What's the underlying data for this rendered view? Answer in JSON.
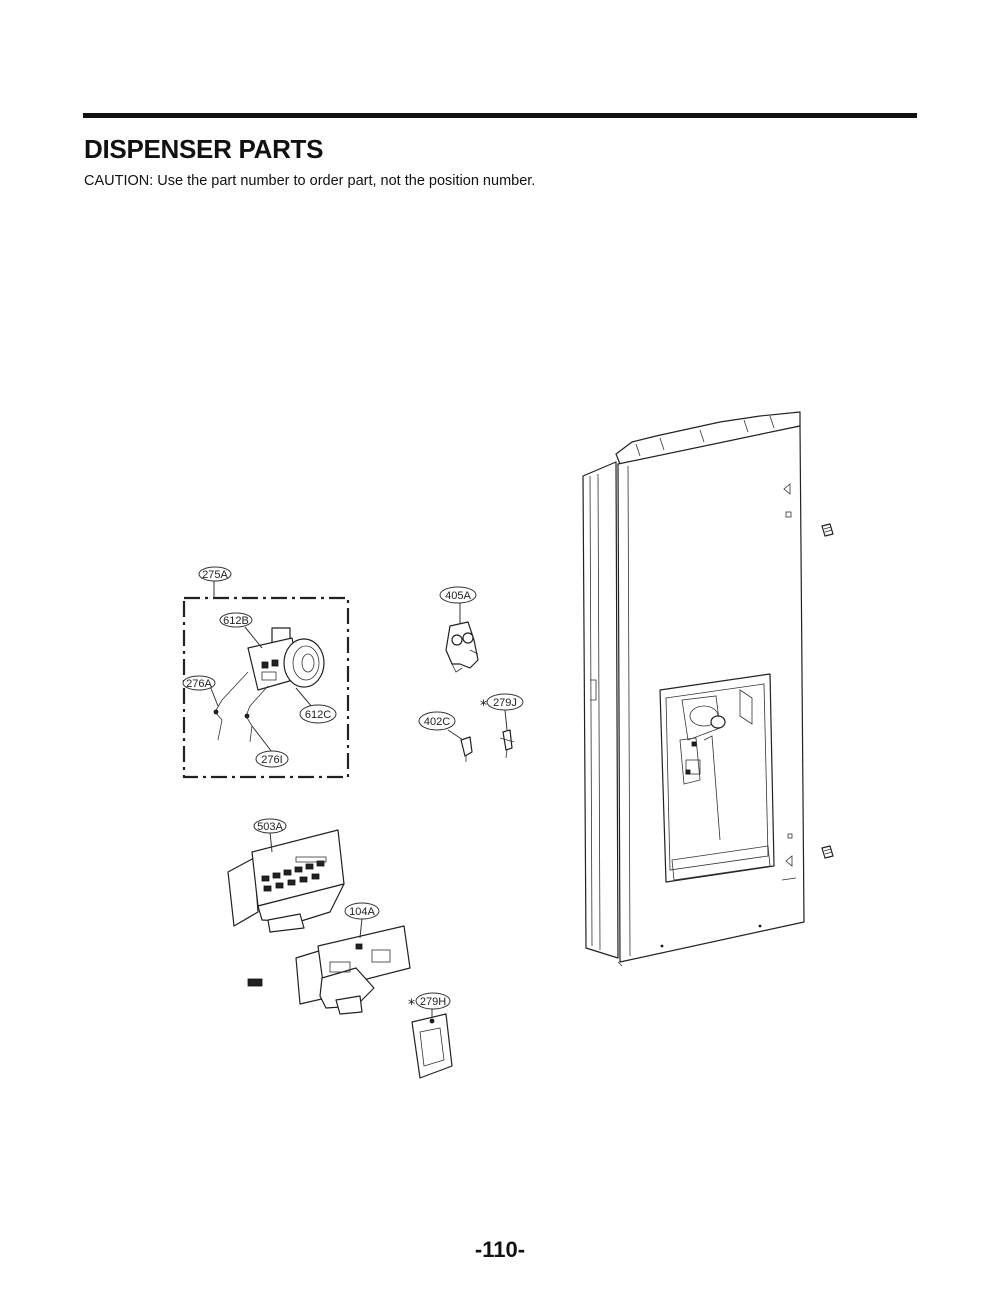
{
  "header": {
    "title": "DISPENSER PARTS",
    "caution": "CAUTION: Use the part number to order part, not the position number."
  },
  "callouts": {
    "c275A": "275A",
    "c612B": "612B",
    "c276A": "276A",
    "c612C": "612C",
    "c276I": "276I",
    "c405A": "405A",
    "c279J": "279J",
    "c402C": "402C",
    "c503A": "503A",
    "c104A": "104A",
    "c279H": "279H"
  },
  "markers": {
    "asterisk": "*"
  },
  "footer": {
    "page_number": "-110-"
  }
}
